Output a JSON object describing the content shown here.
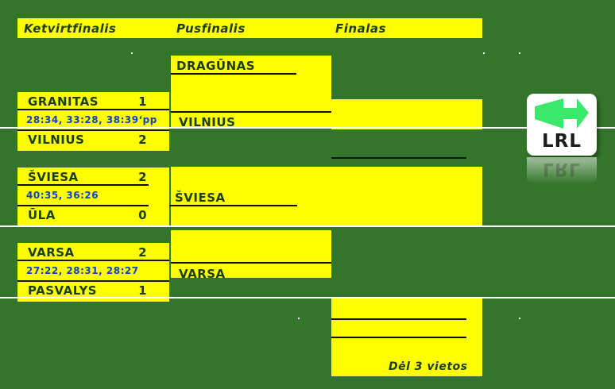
{
  "page": {
    "background_color": "#33752a",
    "panel_color": "#ffff00",
    "text_color": "#1b3d16",
    "set_score_color": "#1040cc",
    "separator_color": "#ffffff"
  },
  "headers": {
    "quarterfinal": "Ketvirtfinalis",
    "semifinal": "Pusfinalis",
    "final": "Finalas"
  },
  "bracket": {
    "quarterfinals": [
      {
        "home": "GRANITAS",
        "home_score": "1",
        "sets": "28:34, 33:28, 38:39‘pp",
        "away": "VILNIUS",
        "away_score": "2"
      },
      {
        "home": "ŠVIESA",
        "home_score": "2",
        "sets": "40:35, 36:26",
        "away": "ŪLA",
        "away_score": "0"
      },
      {
        "home": "VARSA",
        "home_score": "2",
        "sets": "27:22, 28:31, 28:27",
        "away": "PASVALYS",
        "away_score": "1"
      }
    ],
    "semifinals": [
      {
        "top": "DRAGŪNAS",
        "bottom": "VILNIUS"
      },
      {
        "top": "ŠVIESA",
        "bottom": "VARSA"
      }
    ],
    "final": {
      "top": "",
      "bottom": ""
    },
    "third_place": {
      "label": "Dėl 3 vietos",
      "top": "",
      "bottom": ""
    }
  },
  "logo": {
    "text": "LRL",
    "arrow_color": "#3ce86a",
    "card_color": "#ffffff"
  }
}
